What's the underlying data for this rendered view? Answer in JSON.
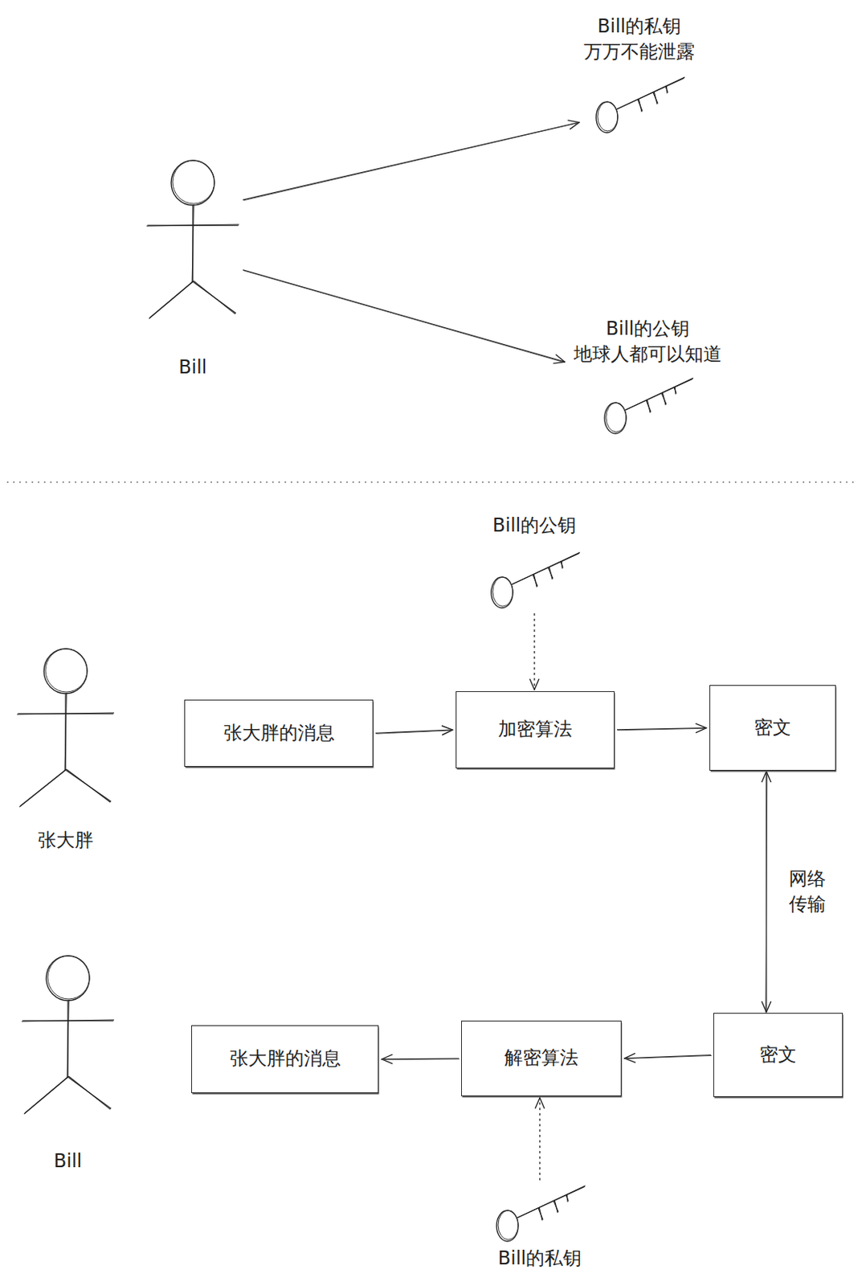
{
  "diagram": {
    "nodes": [
      {
        "text": [
          "Bill"
        ]
      },
      {
        "text": [
          "Bill的私钥 万万不能泄露"
        ]
      },
      {
        "text": [
          "Bill的公钥 地球人都可以知道"
        ]
      },
      {
        "text": [
          "张大胖"
        ]
      },
      {
        "text": [
          "张大胖的消息"
        ]
      },
      {
        "text": [
          "加密算法"
        ]
      },
      {
        "text": [
          "密文"
        ]
      },
      {
        "text": [
          "Bill的公钥"
        ]
      },
      {
        "text": [
          "Bill"
        ]
      },
      {
        "text": [
          "张大胖的消息"
        ]
      },
      {
        "text": [
          "解密算法"
        ]
      },
      {
        "text": [
          "密文"
        ]
      },
      {
        "text": [
          "Bill的私钥"
        ]
      }
    ],
    "edges": [
      {
        "from": 0,
        "to": 1,
        "arrow": "to"
      },
      {
        "from": 0,
        "to": 2,
        "arrow": "to"
      },
      {
        "from": 4,
        "to": 5,
        "arrow": "to"
      },
      {
        "from": 5,
        "to": 6,
        "arrow": "to"
      },
      {
        "from": 7,
        "to": 5,
        "arrow": "to"
      },
      {
        "from": 6,
        "to": 11,
        "label": "网络 传输",
        "arrow": "both"
      },
      {
        "from": 11,
        "to": 10,
        "arrow": "to"
      },
      {
        "from": 10,
        "to": 9,
        "arrow": "to"
      },
      {
        "from": 12,
        "to": 10,
        "arrow": "to"
      }
    ]
  }
}
